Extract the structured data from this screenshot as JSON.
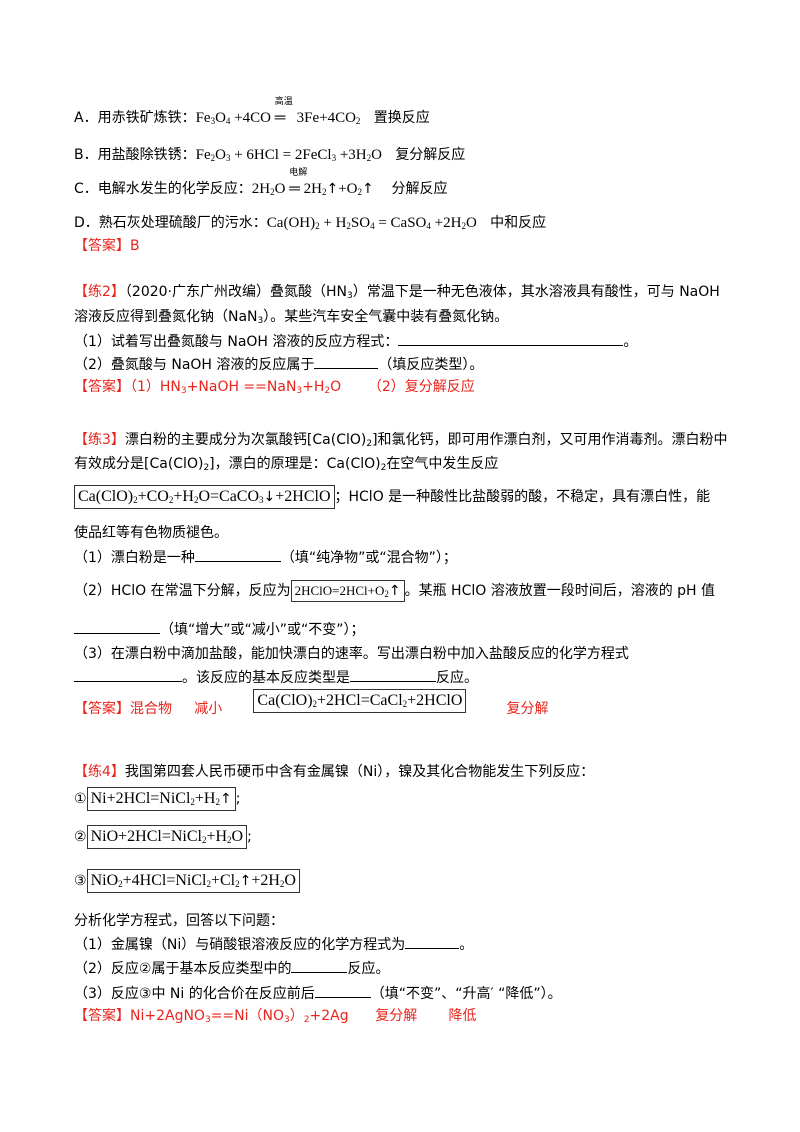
{
  "opt_a": {
    "label": "A．用赤铁矿炼铁：",
    "cond": "高温",
    "type": "置换反应"
  },
  "opt_b": {
    "label": "B．用盐酸除铁锈：",
    "type": "复分解反应"
  },
  "opt_c": {
    "label": "C．电解水发生的化学反应：",
    "cond": "电解",
    "type": "分解反应"
  },
  "opt_d": {
    "label": "D．熟石灰处理硫酸厂的污水：",
    "type": "中和反应"
  },
  "ans1": {
    "tag": "【答案】",
    "value": "B"
  },
  "q2": {
    "tag": "【练2】",
    "line1": "（2020·广东广州改编）叠氮酸（HN",
    "line1b": "）常温下是一种无色液体，其水溶液具有酸性，可与 NaOH",
    "line2": "溶液反应得到叠氮化钠（NaN",
    "line2b": "）。某些汽车安全气囊中装有叠氮化钠。",
    "sub1": "（1）试着写出叠氮酸与 NaOH 溶液的反应方程式：",
    "sub1end": "。",
    "sub2a": "（2）叠氮酸与 NaOH 溶液的反应属于",
    "sub2b": "（填反应类型）。",
    "ans_tag": "【答案】",
    "ans_a": "（1）HN",
    "ans_b": "+NaOH ==NaN",
    "ans_c": "+H",
    "ans_d": "O",
    "ans_e": "（2）复分解反应"
  },
  "q3": {
    "tag": "【练3】",
    "line1": "漂白粉的主要成分为次氯酸钙[Ca(ClO)",
    "line1b": "]和氯化钙，即可用作漂白剂，又可用作消毒剂。漂白粉中",
    "line2": "有效成分是[Ca(ClO)",
    "line2b": "]，漂白的原理是：Ca(ClO)",
    "line2c": "在空气中发生反应",
    "eq_tail": "；HClO 是一种酸性比盐酸弱的酸，不稳定，具有漂白性，能",
    "line4": "使品红等有色物质褪色。",
    "sub1a": "（1）漂白粉是一种",
    "sub1b": "（填“纯净物”或“混合物”）；",
    "sub2a": "（2）HClO 在常温下分解，反应为",
    "sub2b": "。某瓶 HClO 溶液放置一段时间后，溶液的 pH 值",
    "sub2c": "（填“增大”或“减小”或“不变”）；",
    "sub3a": "（3）在漂白粉中滴加盐酸，能加快漂白的速率。写出漂白粉中加入盐酸反应的化学方程式",
    "sub3b": "。该反应的基本反应类型是",
    "sub3c": "反应。",
    "ans_tag": "【答案】",
    "ans_1": "混合物",
    "ans_2": "减小",
    "ans_3": "复分解"
  },
  "q4": {
    "tag": "【练4】",
    "line1": "我国第四套人民币硬币中含有金属镍（Ni），镍及其化合物能发生下列反应：",
    "n1": "①",
    "n2": "②",
    "n3": "③",
    "semi": ";",
    "analyze": "分析化学方程式，回答以下问题：",
    "sub1a": "（1）金属镍（Ni）与硝酸银溶液反应的化学方程式为",
    "sub1b": "。",
    "sub2a": "（2）反应②属于基本反应类型中的",
    "sub2b": "反应。",
    "sub3a": "（3）反应③中 Ni 的化合价在反应前后",
    "sub3b": "（填“不变”、“升高′ “降低”）。",
    "ans_tag": "【答案】",
    "ans_a": "Ni+2AgNO",
    "ans_b": "==Ni（NO",
    "ans_c": "）",
    "ans_d": "+2Ag",
    "ans_e": "复分解",
    "ans_f": "降低"
  }
}
